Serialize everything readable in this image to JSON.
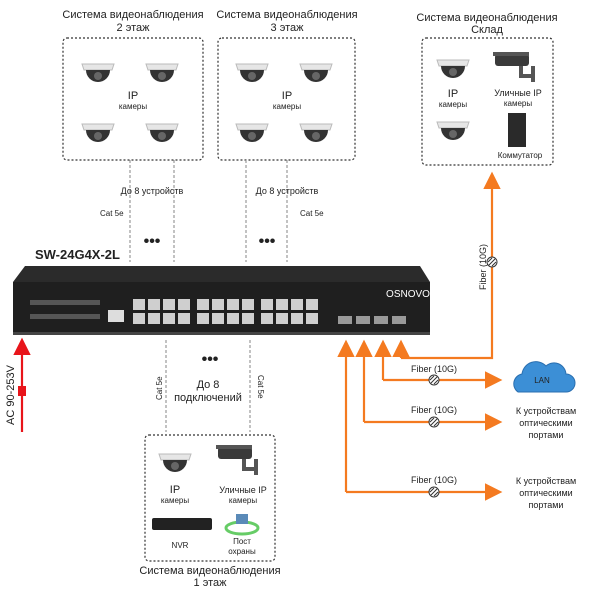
{
  "colors": {
    "fiber": "#f47a20",
    "power": "#e8141a",
    "switch": "#1f1f1f"
  },
  "switch": {
    "model": "SW-24G4X-2L",
    "brand": "OSNOVO"
  },
  "power": {
    "label": "AC 90-253V"
  },
  "floor2": {
    "title1": "Система видеонаблюдения",
    "title2": "2 этаж",
    "cam_label1": "IP",
    "cam_label2": "камеры",
    "devices": "До 8 устройств",
    "cable": "Cat 5e"
  },
  "floor3": {
    "title1": "Система видеонаблюдения",
    "title2": "3 этаж",
    "cam_label1": "IP",
    "cam_label2": "камеры",
    "devices": "До 8 устройств",
    "cable": "Cat 5e"
  },
  "warehouse": {
    "title1": "Система видеонаблюдения",
    "title2": "Склад",
    "cam_label1": "IP",
    "cam_label2": "камеры",
    "outdoor1": "Уличные IP",
    "outdoor2": "камеры",
    "switch_label": "Коммутатор"
  },
  "floor1": {
    "title1": "Система видеонаблюдения",
    "title2": "1 этаж",
    "cam_label1": "IP",
    "cam_label2": "камеры",
    "outdoor1": "Уличные IP",
    "outdoor2": "камеры",
    "nvr": "NVR",
    "post1": "Пост",
    "post2": "охраны",
    "conn1": "До 8",
    "conn2": "подключений",
    "cable": "Cat 5e"
  },
  "fiber": {
    "label": "Fiber (10G)",
    "lan": "LAN",
    "dest1": "К устройствам",
    "dest2": "оптическими",
    "dest3": "портами"
  }
}
